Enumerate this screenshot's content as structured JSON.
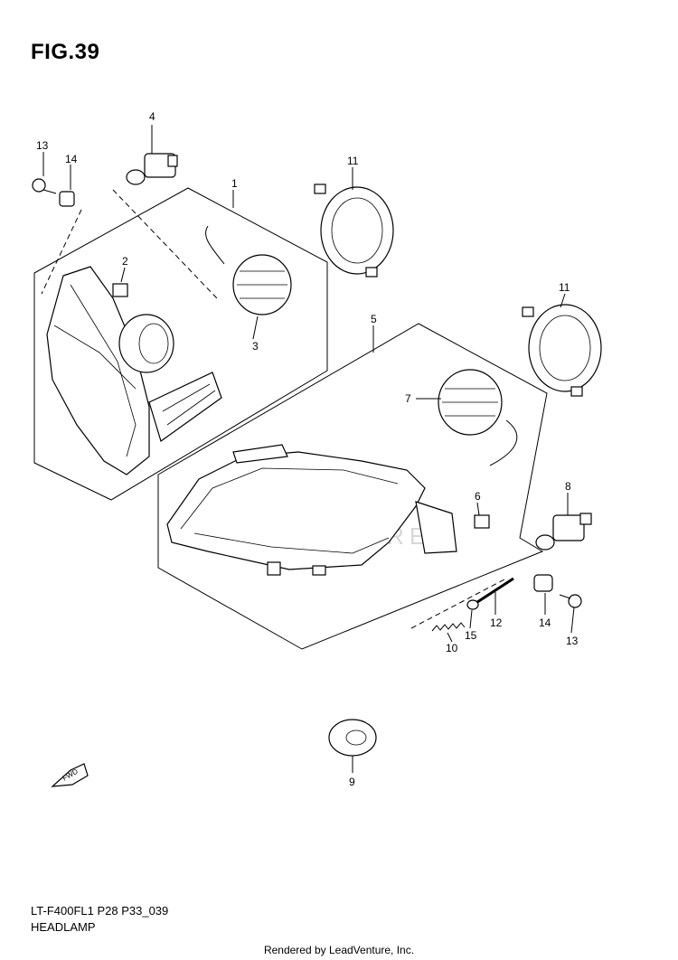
{
  "figure": {
    "title": "FIG.39"
  },
  "footer": {
    "model_code": "LT-F400FL1 P28 P33_039",
    "section": "HEADLAMP",
    "rendered_by": "Rendered by LeadVenture, Inc."
  },
  "watermark": {
    "text": "VENTURE"
  },
  "direction_arrow": {
    "text": "FWD"
  },
  "callouts": {
    "c1": "1",
    "c2": "2",
    "c3": "3",
    "c4": "4",
    "c5": "5",
    "c6": "6",
    "c7": "7",
    "c8": "8",
    "c9": "9",
    "c10": "10",
    "c11a": "11",
    "c11b": "11",
    "c12": "12",
    "c13a": "13",
    "c13b": "13",
    "c14a": "14",
    "c14b": "14",
    "c15": "15"
  }
}
